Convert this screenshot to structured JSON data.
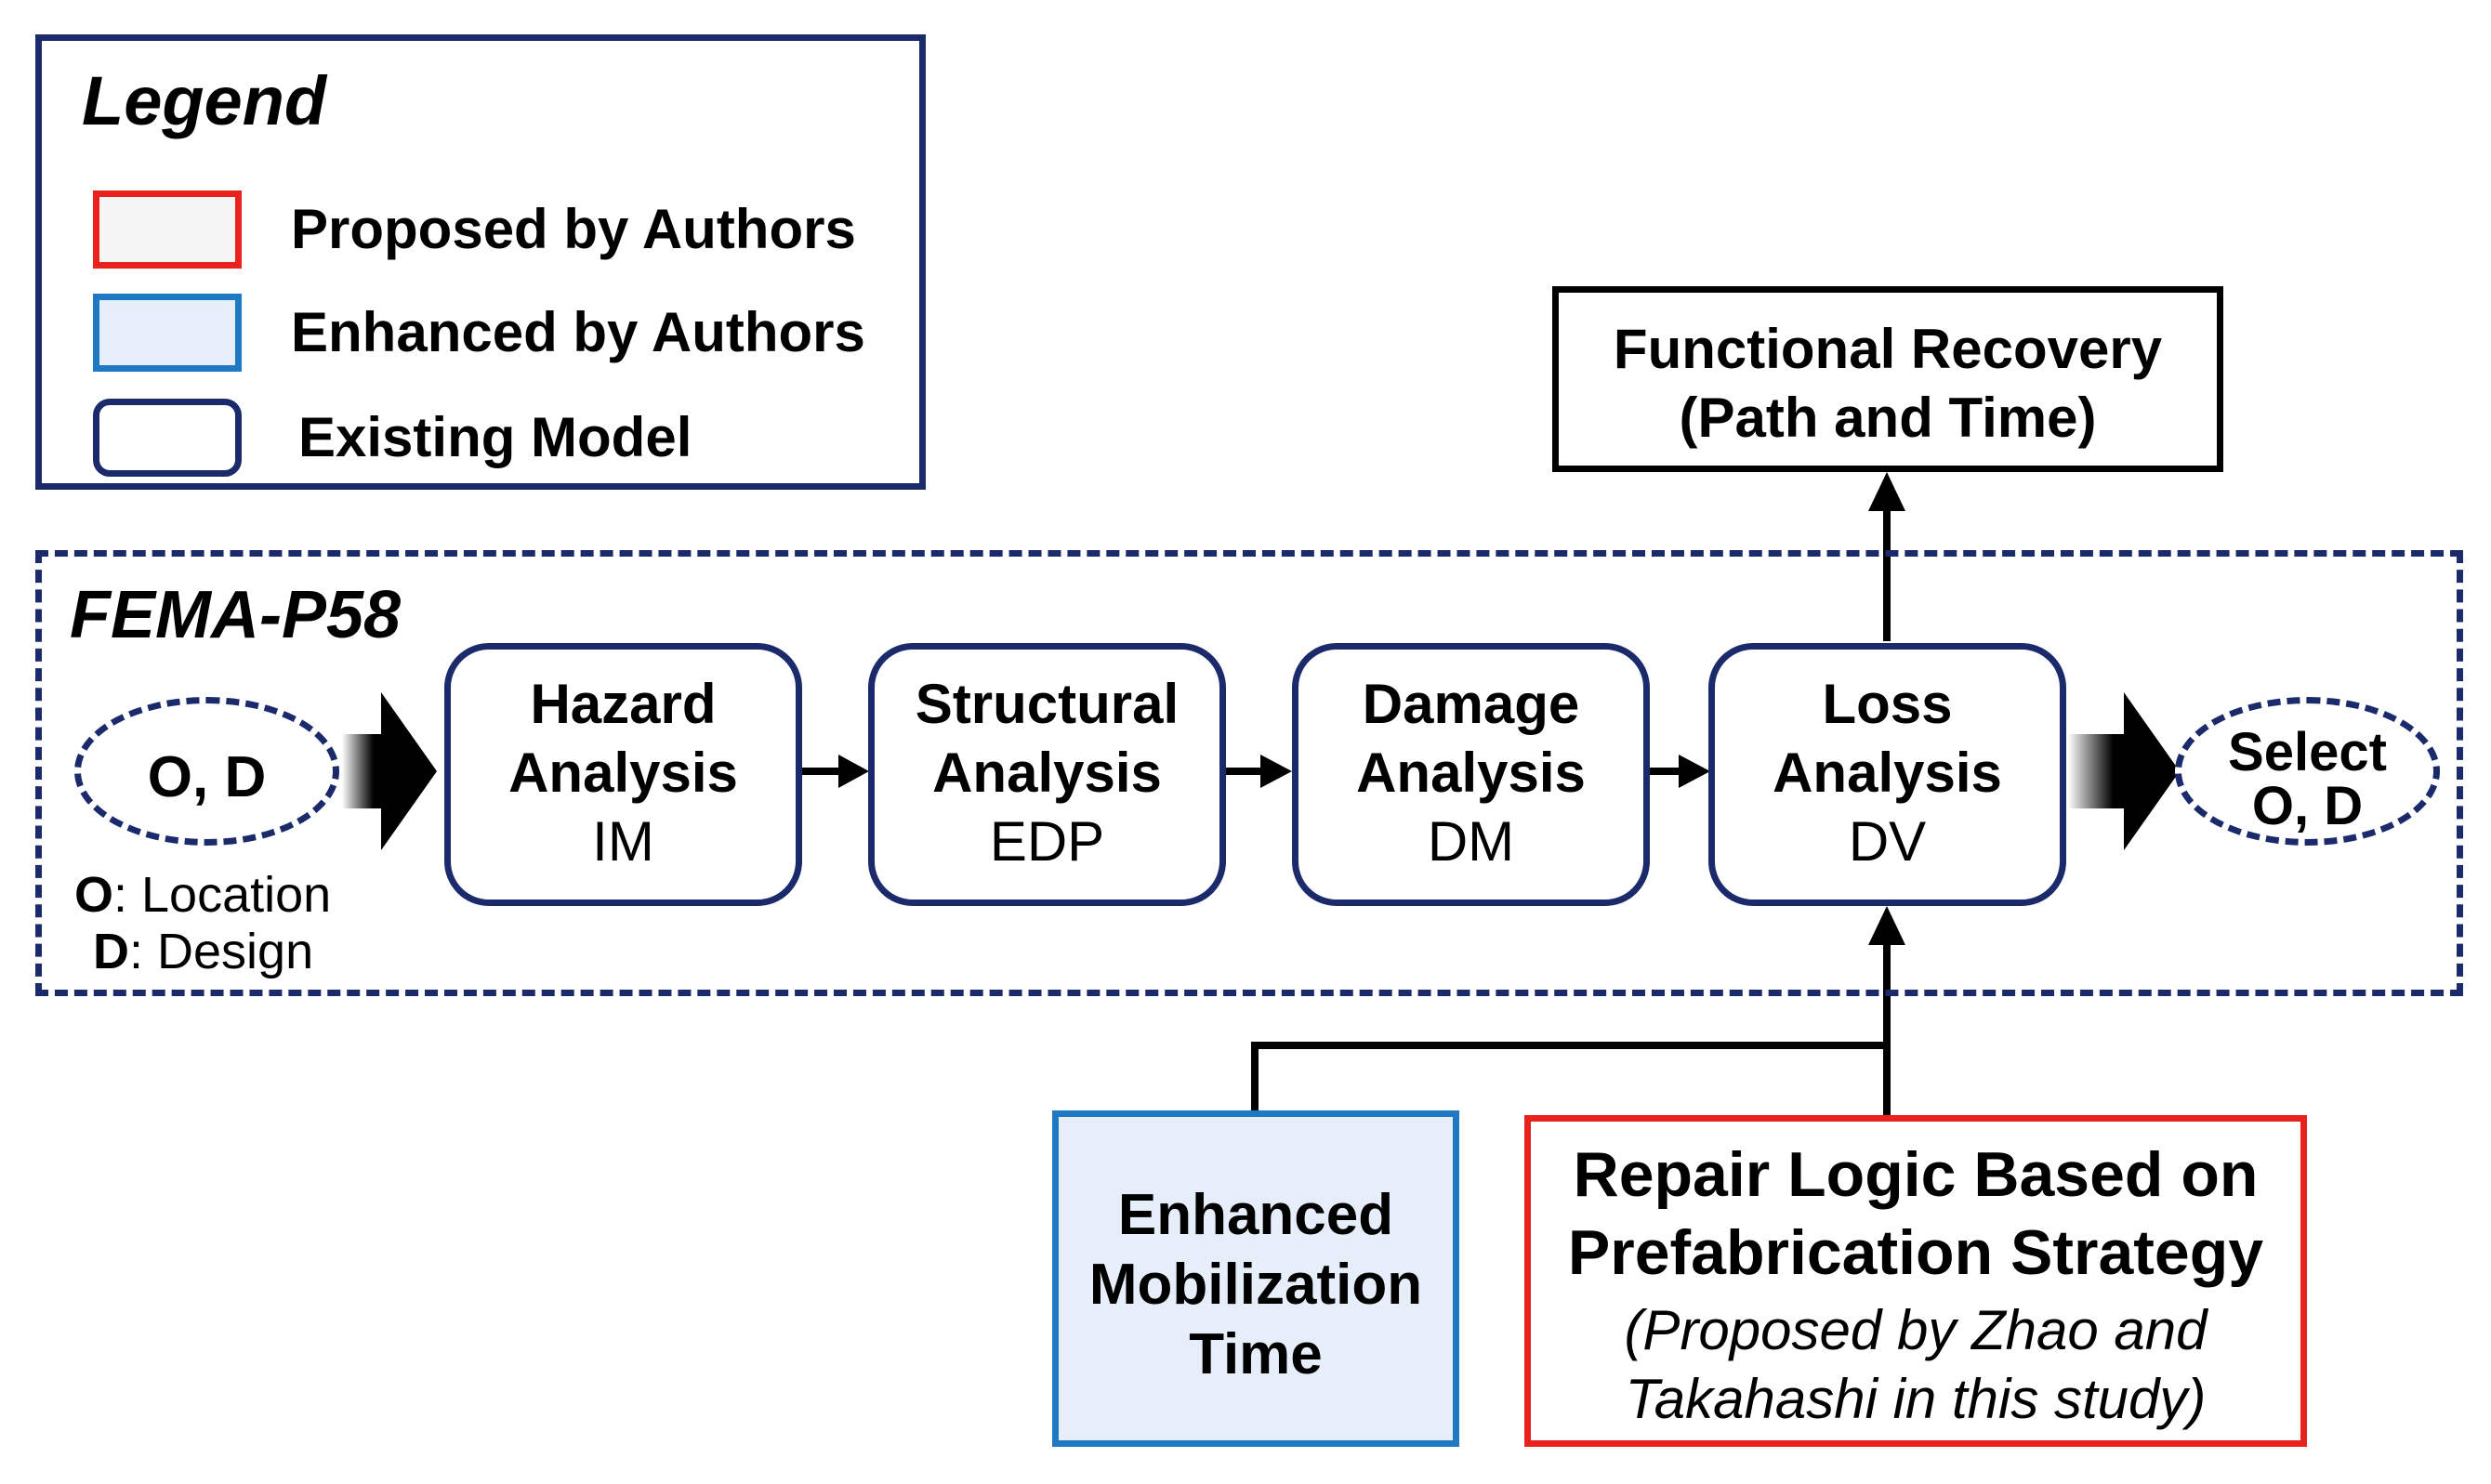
{
  "legend": {
    "title": "Legend",
    "items": [
      {
        "label": "Proposed by Authors"
      },
      {
        "label": "Enhanced by Authors"
      },
      {
        "label": "Existing Model"
      }
    ]
  },
  "fema": {
    "title": "FEMA-P58",
    "input": {
      "label": "O, D",
      "note_o_key": "O",
      "note_o_text": ": Location",
      "note_d_key": "D",
      "note_d_text": ": Design"
    },
    "steps": [
      {
        "line1": "Hazard",
        "line2": "Analysis",
        "abbr": "IM"
      },
      {
        "line1": "Structural",
        "line2": "Analysis",
        "abbr": "EDP"
      },
      {
        "line1": "Damage",
        "line2": "Analysis",
        "abbr": "DM"
      },
      {
        "line1": "Loss",
        "line2": "Analysis",
        "abbr": "DV"
      }
    ],
    "output": {
      "line1": "Select",
      "line2": "O, D"
    }
  },
  "functional_recovery": {
    "line1": "Functional Recovery",
    "line2": "(Path and Time)"
  },
  "mobilization": {
    "line1": "Enhanced",
    "line2": "Mobilization",
    "line3": "Time"
  },
  "repair_logic": {
    "line1": "Repair Logic Based on",
    "line2": "Prefabrication Strategy",
    "line3": "(Proposed by Zhao and",
    "line4": "Takahashi in this study)"
  },
  "colors": {
    "navy": "#1b2a6b",
    "red": "#e8221c",
    "blue": "#1f78c1",
    "blue_fill": "#e6eef9"
  }
}
